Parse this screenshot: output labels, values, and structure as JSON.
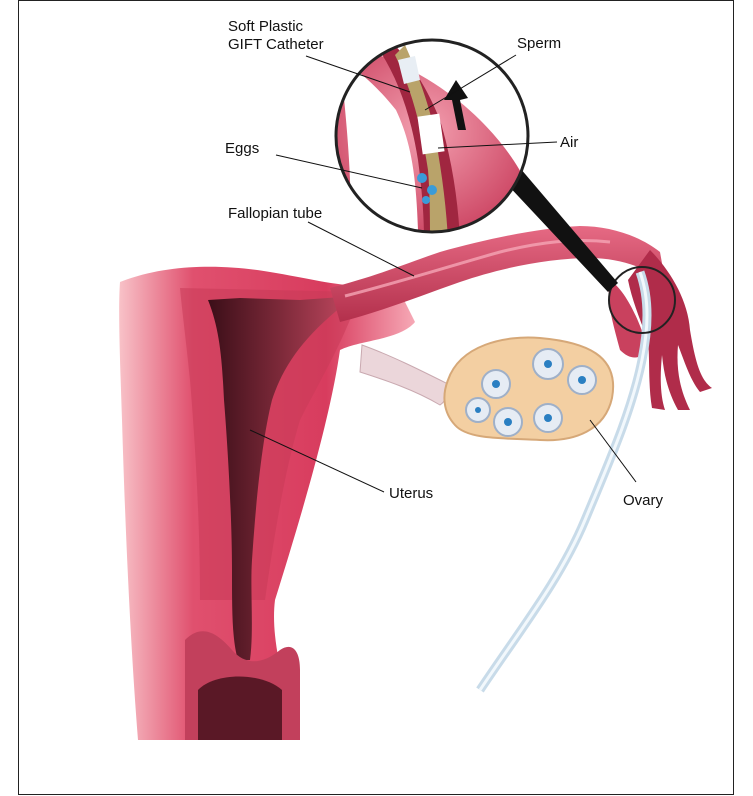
{
  "labels": {
    "catheter_line1": "Soft Plastic",
    "catheter_line2": "GIFT Catheter",
    "sperm": "Sperm",
    "air": "Air",
    "eggs": "Eggs",
    "fallopian_tube": "Fallopian tube",
    "uterus": "Uterus",
    "ovary": "Ovary"
  },
  "colors": {
    "uterus_wall": "#e0506e",
    "uterus_light": "#f39cab",
    "cavity": "#6a1f2f",
    "ovary": "#f3cfa2",
    "catheter": "#d9e8f2",
    "frame": "#222222"
  }
}
